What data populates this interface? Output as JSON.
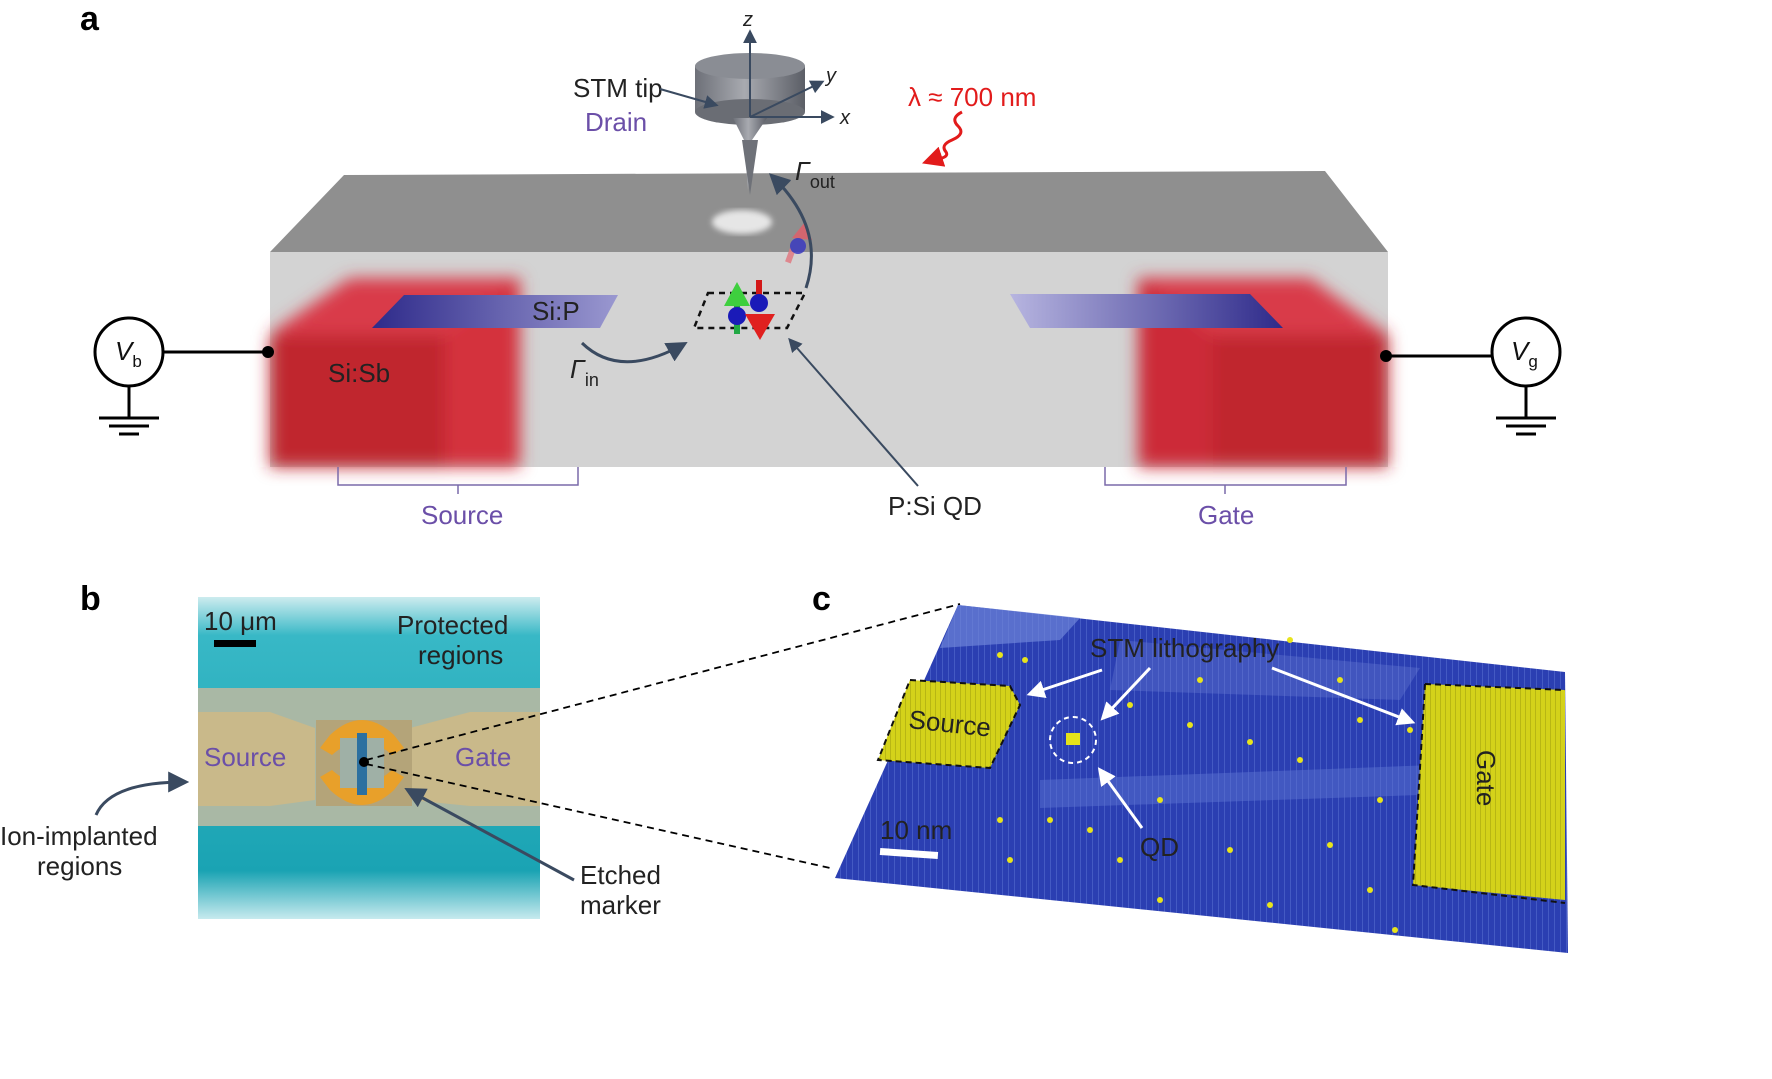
{
  "panel_a": {
    "label": "a",
    "stm_tip": "STM tip",
    "drain": "Drain",
    "axis_z": "z",
    "axis_y": "y",
    "axis_x": "x",
    "wavelength": "λ ≈ 700 nm",
    "gamma_out_sym": "Γ",
    "gamma_out_sub": "out",
    "gamma_in_sym": "Γ",
    "gamma_in_sub": "in",
    "si_p": "Si:P",
    "si_sb": "Si:Sb",
    "vb_sym": "V",
    "vb_sub": "b",
    "vg_sym": "V",
    "vg_sub": "g",
    "source": "Source",
    "gate": "Gate",
    "psi_qd": "P:Si QD"
  },
  "panel_b": {
    "label": "b",
    "scale": "10 μm",
    "protected_1": "Protected",
    "protected_2": "regions",
    "source": "Source",
    "gate": "Gate",
    "ion_1": "Ion-implanted",
    "ion_2": "regions",
    "etched_1": "Etched",
    "etched_2": "marker"
  },
  "panel_c": {
    "label": "c",
    "stm_litho": "STM lithography",
    "source": "Source",
    "gate": "Gate",
    "qd": "QD",
    "scale": "10 nm"
  },
  "colors": {
    "red_region": "#d42a3a",
    "si_p_blue": "#2e2a8a",
    "block_front": "#d3d3d3",
    "block_top": "#8e8e8e",
    "stm_blue": "#2a3fb0",
    "stm_yellow": "#d8d81a",
    "teal": "#1ba5b5",
    "label_purple": "#6b4fa8",
    "wavelength_red": "#e21b1b"
  }
}
